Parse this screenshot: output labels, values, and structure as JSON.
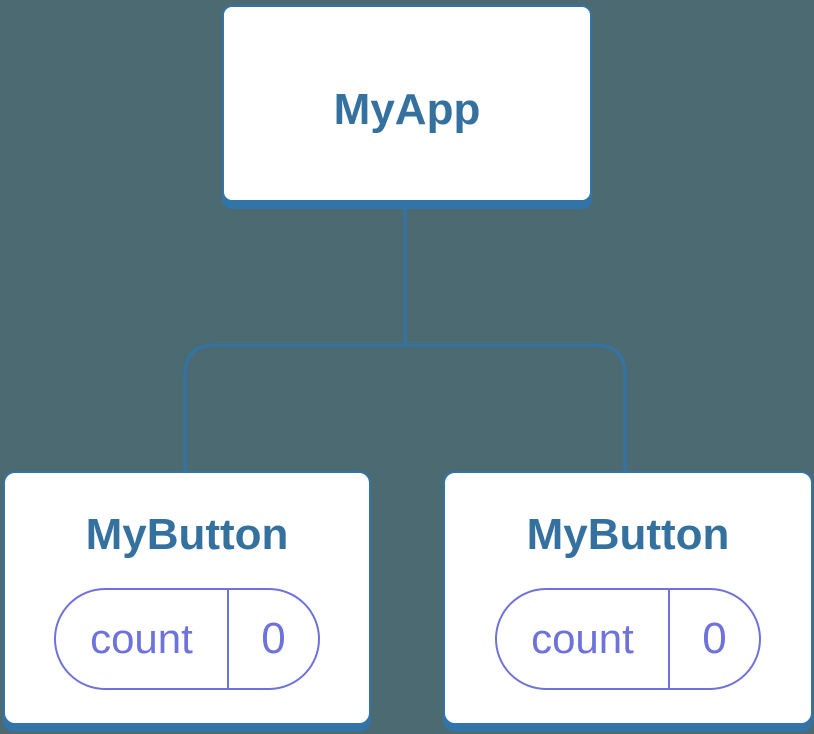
{
  "diagram": {
    "root": {
      "label": "MyApp"
    },
    "children": [
      {
        "label": "MyButton",
        "state": {
          "key": "count",
          "value": "0"
        }
      },
      {
        "label": "MyButton",
        "state": {
          "key": "count",
          "value": "0"
        }
      }
    ]
  },
  "colors": {
    "background": "#4C6A72",
    "connector": "#3274A7",
    "card_fill": "#FFFFFF",
    "card_border": "#3274A7",
    "title_text": "#35719F",
    "state_accent": "#6E72DB"
  }
}
